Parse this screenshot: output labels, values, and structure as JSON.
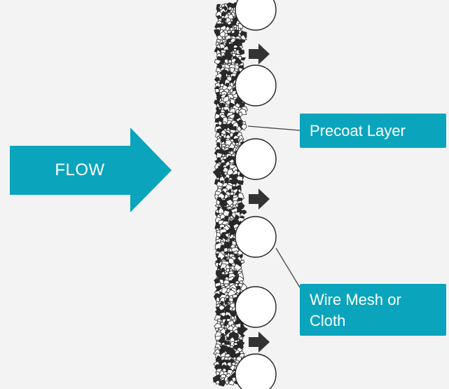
{
  "labels": {
    "flow": "FLOW",
    "precoat_layer": "Precoat Layer",
    "wire_mesh": "Wire Mesh or Cloth"
  },
  "colors": {
    "accent": "#0aa5bd",
    "background": "#f3f3f3",
    "ink": "#333333",
    "label_text": "#ffffff"
  },
  "icons": {
    "flow_arrow": "large-right-arrow-icon",
    "through_arrows": "small-right-arrow-icon",
    "mesh_wires": "circle-wire-cross-section"
  }
}
